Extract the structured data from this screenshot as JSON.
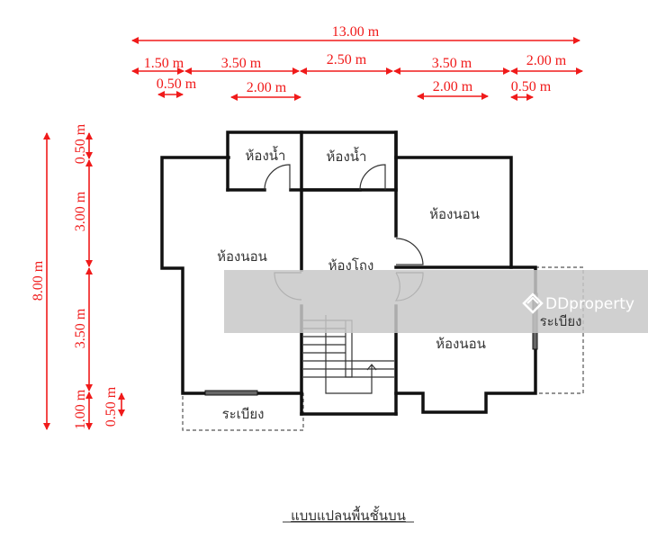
{
  "dimensions": {
    "total_width": "13.00 m",
    "top_row": [
      "1.50 m",
      "3.50 m",
      "2.50 m",
      "3.50 m",
      "2.00 m"
    ],
    "sub_row": [
      "0.50 m",
      "2.00 m",
      "2.00 m",
      "0.50 m"
    ],
    "total_depth": "8.00 m",
    "left_column": [
      "0.50 m",
      "3.00 m",
      "3.50 m",
      "1.00 m"
    ],
    "left_sub": "0.50 m"
  },
  "rooms": {
    "bathroom_1": "ห้องน้ำ",
    "bathroom_2": "ห้องน้ำ",
    "bedroom_left": "ห้องนอน",
    "bedroom_top_right": "ห้องนอน",
    "bedroom_bottom_right": "ห้องนอน",
    "hall": "ห้องโถง",
    "balcony_bottom": "ระเบียง",
    "balcony_right": "ระเบียง"
  },
  "caption": "แบบแปลนพื้นชั้นบน",
  "watermark": "DDproperty",
  "colors": {
    "dimension": "#f01a1a",
    "wall": "#111111",
    "band": "#c8c8c8"
  }
}
